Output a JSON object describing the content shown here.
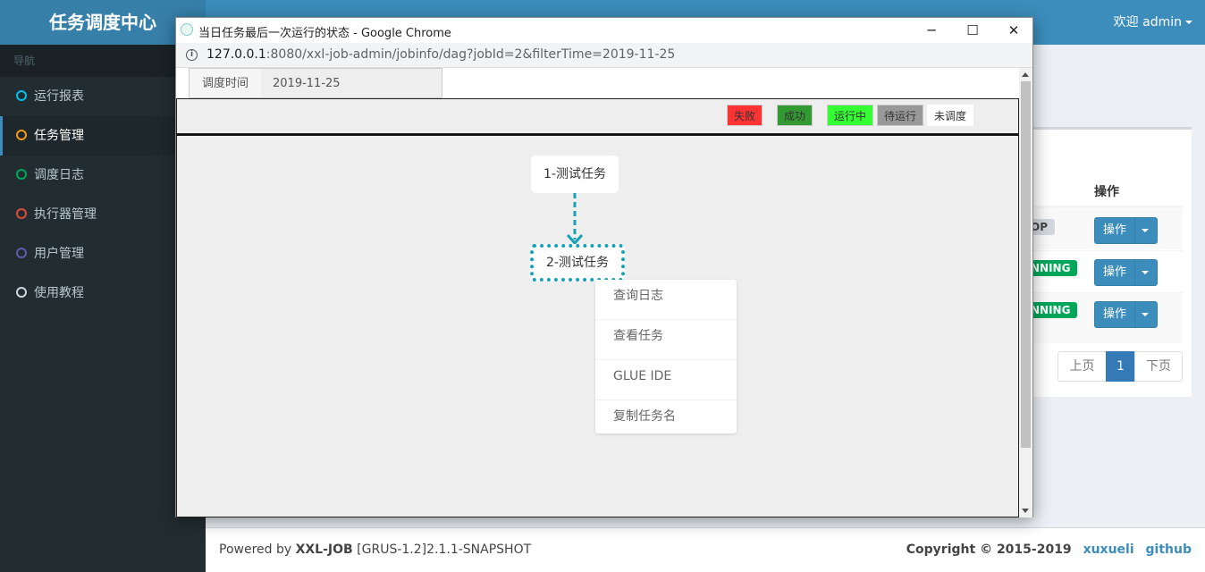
{
  "app": {
    "logo": "任务调度中心",
    "welcome": "欢迎 admin"
  },
  "sidebar": {
    "header": "导航",
    "items": [
      {
        "label": "运行报表",
        "color": "#00c0ef"
      },
      {
        "label": "任务管理",
        "color": "#f39c12"
      },
      {
        "label": "调度日志",
        "color": "#00a65a"
      },
      {
        "label": "执行器管理",
        "color": "#dd4b39"
      },
      {
        "label": "用户管理",
        "color": "#605ca8"
      },
      {
        "label": "使用教程",
        "color": "#d2d6de"
      }
    ]
  },
  "table": {
    "op_header": "操作",
    "rows": [
      {
        "status": "OP",
        "status_color": "#d2d6de",
        "op_label": "操作"
      },
      {
        "status": "NNING",
        "status_color": "#00a65a",
        "op_label": "操作"
      },
      {
        "status": "NNING",
        "status_color": "#00a65a",
        "op_label": "操作"
      }
    ],
    "pagination": {
      "prev": "上页",
      "current": "1",
      "next": "下页"
    }
  },
  "footer": {
    "powered_prefix": "Powered by ",
    "brand": "XXL-JOB",
    "version": " [GRUS-1.2]2.1.1-SNAPSHOT",
    "copyright": "Copyright © 2015-2019",
    "link1": "xuxueli",
    "link2": "github"
  },
  "popup": {
    "title": "当日任务最后一次运行的状态 - Google Chrome",
    "url_host": "127.0.0.1",
    "url_rest": ":8080/xxl-job-admin/jobinfo/dag?jobId=2&filterTime=2019-11-25",
    "filter_label": "调度时间",
    "filter_value": "2019-11-25",
    "legend": [
      {
        "label": "失败",
        "color": "#ff3333"
      },
      {
        "label": "成功",
        "color": "#339933"
      },
      {
        "label": "运行中",
        "color": "#33ff33"
      },
      {
        "label": "待运行",
        "color": "#999999"
      },
      {
        "label": "未调度",
        "color": "#ffffff"
      }
    ],
    "nodes": [
      {
        "label": "1-测试任务"
      },
      {
        "label": "2-测试任务"
      }
    ],
    "context_menu": [
      "查询日志",
      "查看任务",
      "GLUE IDE",
      "复制任务名"
    ]
  }
}
